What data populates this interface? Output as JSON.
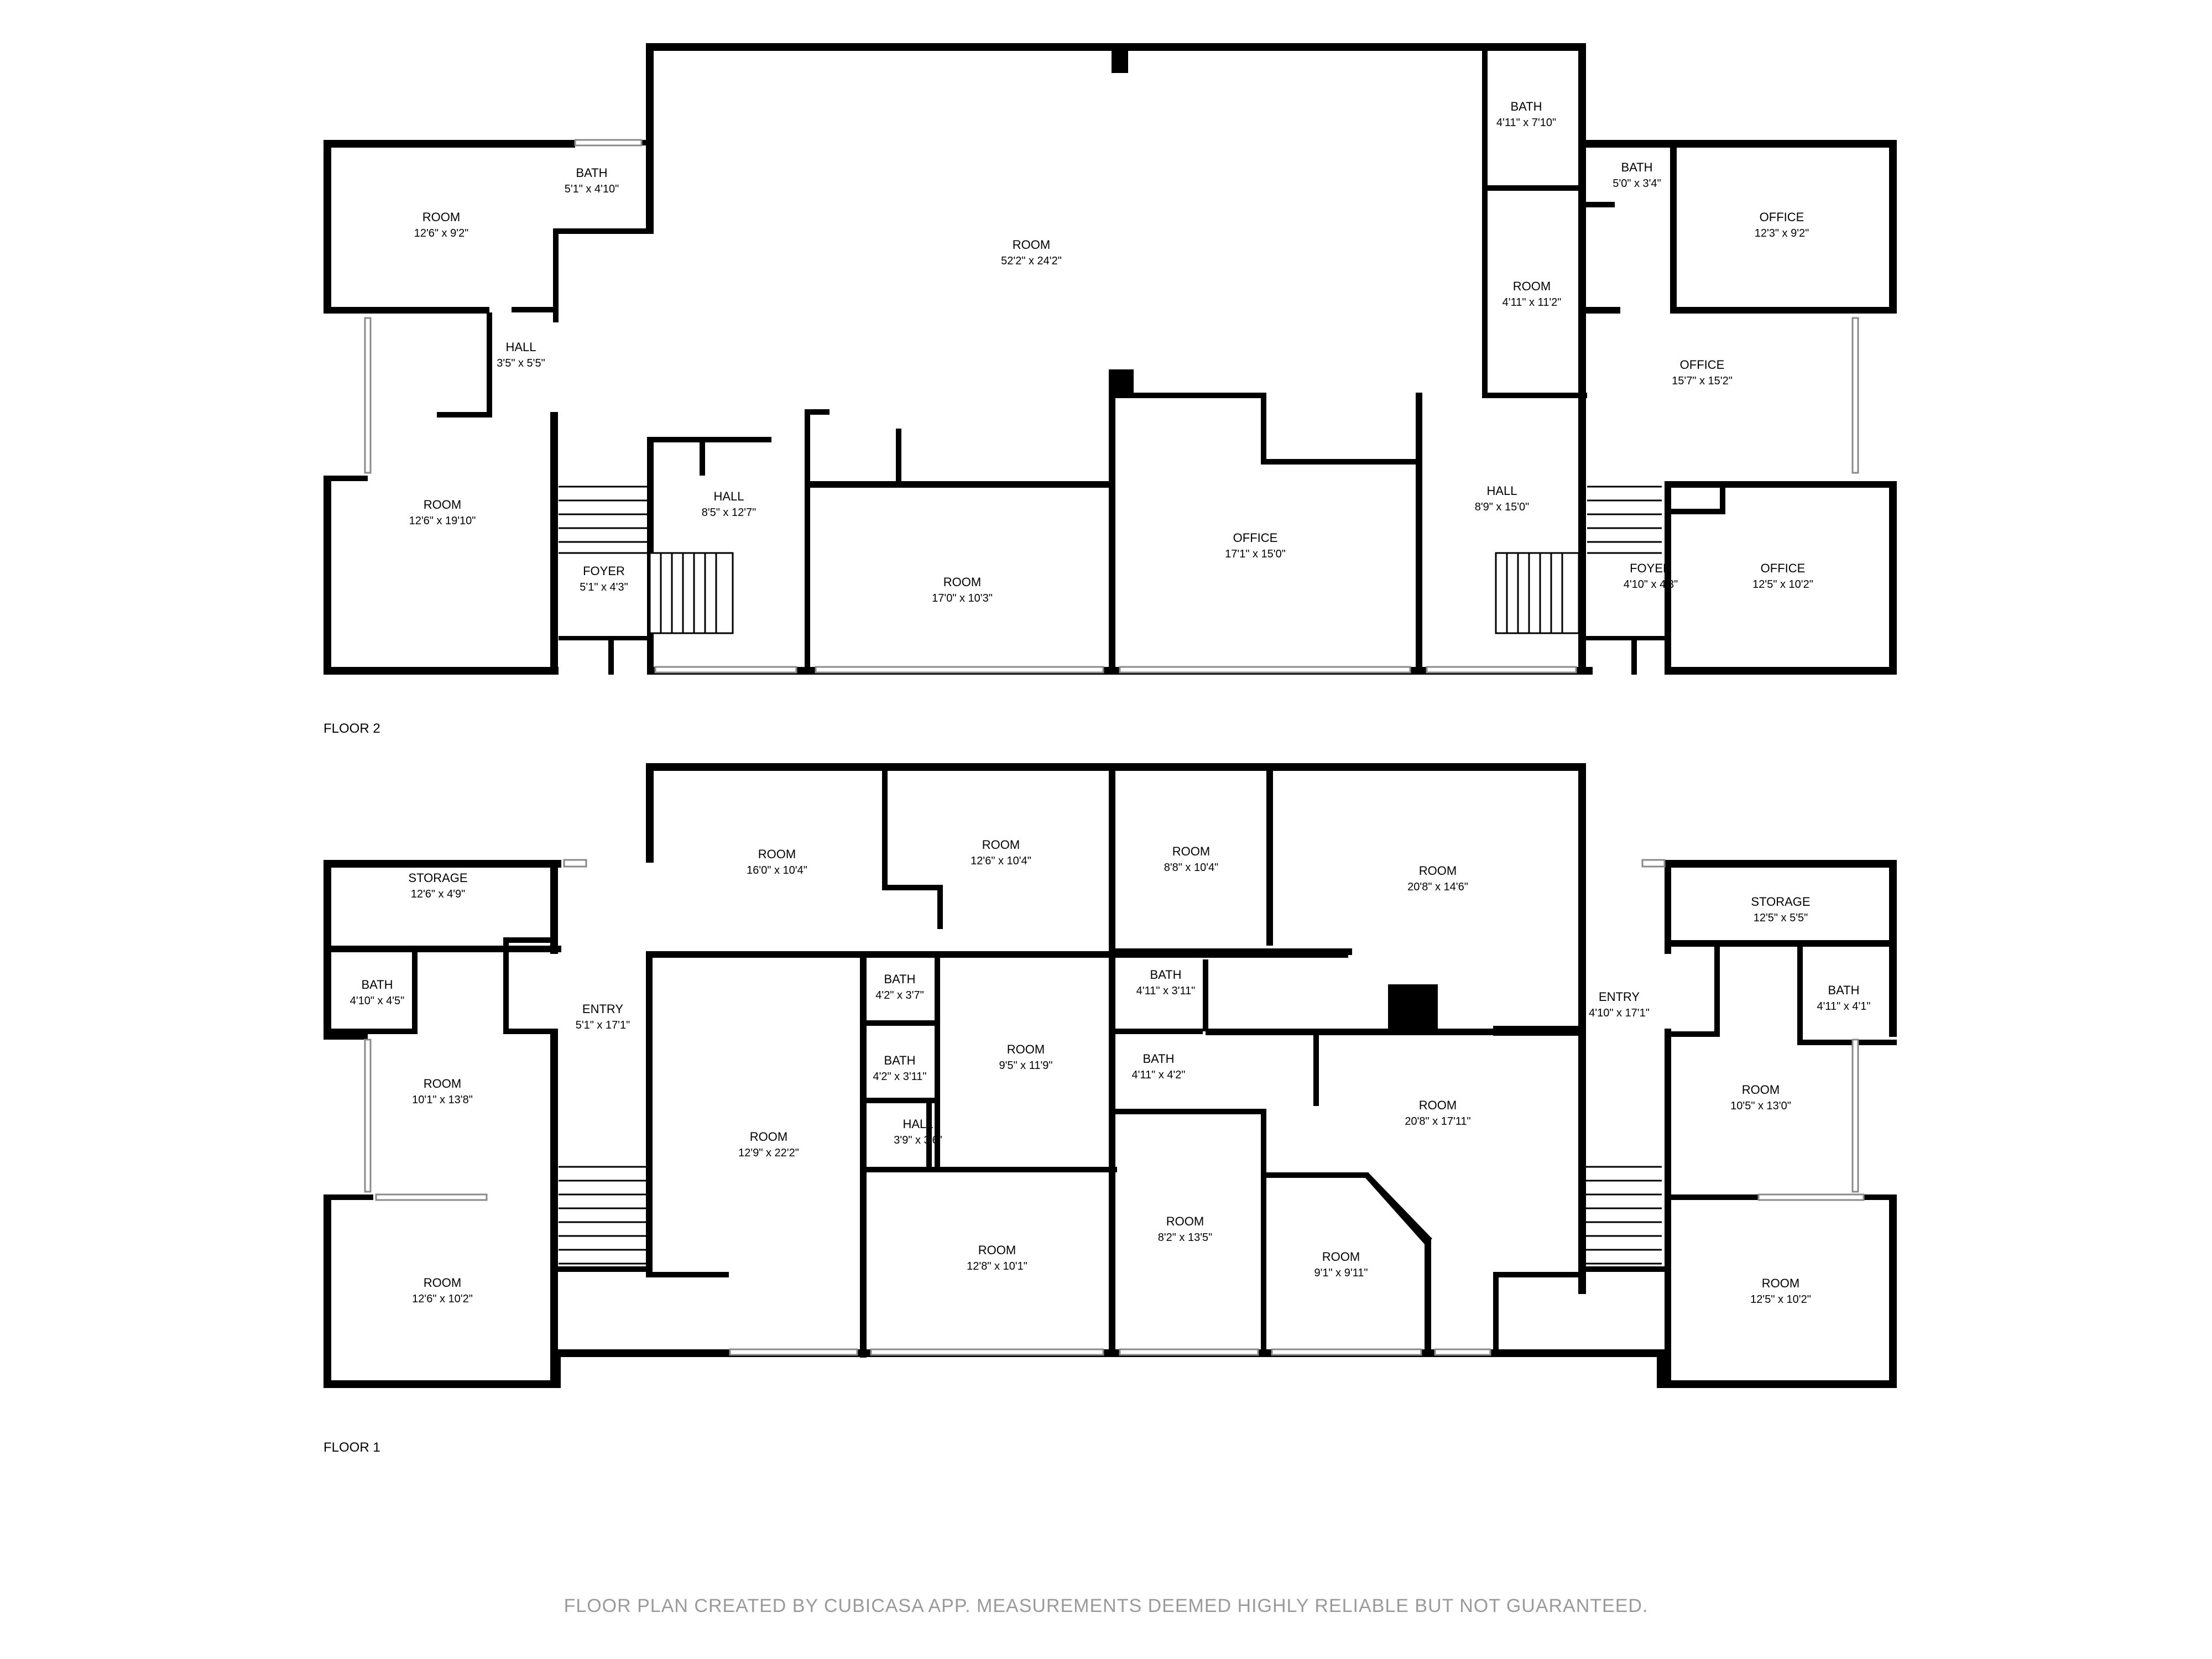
{
  "floors": [
    {
      "label": "FLOOR 2",
      "rooms": [
        {
          "name": "ROOM",
          "dim": "12'6\" x 9'2\""
        },
        {
          "name": "BATH",
          "dim": "5'1\" x 4'10\""
        },
        {
          "name": "HALL",
          "dim": "3'5\" x 5'5\""
        },
        {
          "name": "ROOM",
          "dim": "12'6\" x 19'10\""
        },
        {
          "name": "FOYER",
          "dim": "5'1\" x 4'3\""
        },
        {
          "name": "HALL",
          "dim": "8'5\" x 12'7\""
        },
        {
          "name": "ROOM",
          "dim": "52'2\" x 24'2\""
        },
        {
          "name": "ROOM",
          "dim": "17'0\" x 10'3\""
        },
        {
          "name": "OFFICE",
          "dim": "17'1\" x 15'0\""
        },
        {
          "name": "BATH",
          "dim": "4'11\" x 7'10\""
        },
        {
          "name": "ROOM",
          "dim": "4'11\" x 11'2\""
        },
        {
          "name": "HALL",
          "dim": "8'9\" x 15'0\""
        },
        {
          "name": "BATH",
          "dim": "5'0\" x 3'4\""
        },
        {
          "name": "OFFICE",
          "dim": "12'3\" x 9'2\""
        },
        {
          "name": "OFFICE",
          "dim": "15'7\" x 15'2\""
        },
        {
          "name": "FOYER",
          "dim": "4'10\" x 4'3\""
        },
        {
          "name": "OFFICE",
          "dim": "12'5\" x 10'2\""
        }
      ]
    },
    {
      "label": "FLOOR 1",
      "rooms": [
        {
          "name": "STORAGE",
          "dim": "12'6\" x 4'9\""
        },
        {
          "name": "BATH",
          "dim": "4'10\" x 4'5\""
        },
        {
          "name": "ROOM",
          "dim": "10'1\" x 13'8\""
        },
        {
          "name": "ROOM",
          "dim": "12'6\" x 10'2\""
        },
        {
          "name": "ENTRY",
          "dim": "5'1\" x 17'1\""
        },
        {
          "name": "ROOM",
          "dim": "16'0\" x 10'4\""
        },
        {
          "name": "ROOM",
          "dim": "12'9\" x 22'2\""
        },
        {
          "name": "BATH",
          "dim": "4'2\" x 3'7\""
        },
        {
          "name": "BATH",
          "dim": "4'2\" x 3'11\""
        },
        {
          "name": "HALL",
          "dim": "3'9\" x 3'6\""
        },
        {
          "name": "ROOM",
          "dim": "12'6\" x 10'4\""
        },
        {
          "name": "ROOM",
          "dim": "9'5\" x 11'9\""
        },
        {
          "name": "ROOM",
          "dim": "12'8\" x 10'1\""
        },
        {
          "name": "ROOM",
          "dim": "8'8\" x 10'4\""
        },
        {
          "name": "BATH",
          "dim": "4'11\" x 3'11\""
        },
        {
          "name": "BATH",
          "dim": "4'11\" x 4'2\""
        },
        {
          "name": "ROOM",
          "dim": "8'2\" x 13'5\""
        },
        {
          "name": "ROOM",
          "dim": "20'8\" x 14'6\""
        },
        {
          "name": "ROOM",
          "dim": "20'8\" x 17'11\""
        },
        {
          "name": "ROOM",
          "dim": "9'1\" x 9'11\""
        },
        {
          "name": "ENTRY",
          "dim": "4'10\" x 17'1\""
        },
        {
          "name": "STORAGE",
          "dim": "12'5\" x 5'5\""
        },
        {
          "name": "BATH",
          "dim": "4'11\" x 4'1\""
        },
        {
          "name": "ROOM",
          "dim": "10'5\" x 13'0\""
        },
        {
          "name": "ROOM",
          "dim": "12'5\" x 10'2\""
        }
      ]
    }
  ],
  "footer": "FLOOR PLAN CREATED BY CUBICASA APP. MEASUREMENTS DEEMED HIGHLY RELIABLE BUT NOT GUARANTEED."
}
